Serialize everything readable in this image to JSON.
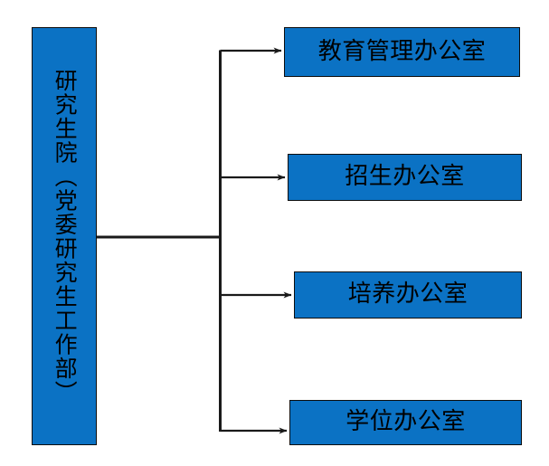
{
  "diagram": {
    "type": "organization-chart",
    "orientation": "left-to-right",
    "background_color": "#ffffff",
    "node_fill_color": "#0B72C4",
    "node_border_color": "#0d0d0d",
    "connector_color": "#1a1a1a",
    "text_color": "#000000",
    "root": {
      "label": "研究生院（党委研究生工作部）",
      "text_direction": "vertical"
    },
    "children": [
      {
        "label": "教育管理办公室"
      },
      {
        "label": "招生办公室"
      },
      {
        "label": "培养办公室"
      },
      {
        "label": "学位办公室"
      }
    ],
    "connectors": [
      {
        "from": "root",
        "to": "教育管理办公室",
        "arrow": "right"
      },
      {
        "from": "root",
        "to": "招生办公室",
        "arrow": "right"
      },
      {
        "from": "root",
        "to": "培养办公室",
        "arrow": "right"
      },
      {
        "from": "root",
        "to": "学位办公室",
        "arrow": "right"
      }
    ]
  }
}
